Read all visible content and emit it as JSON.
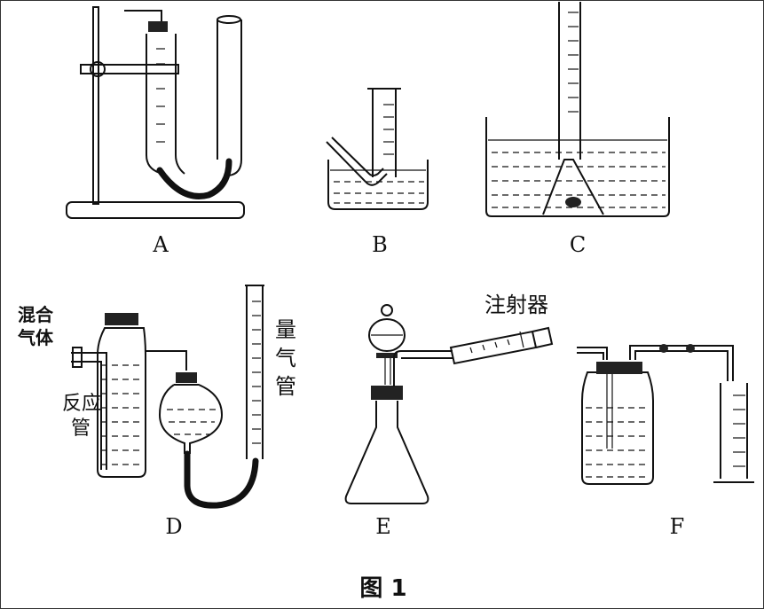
{
  "figure_caption": "图 1",
  "panels": {
    "a": {
      "label": "A"
    },
    "b": {
      "label": "B"
    },
    "c": {
      "label": "C"
    },
    "d": {
      "label": "D",
      "mixed_gas_text": "混合\n气体",
      "mixed_gas_line1": "混合",
      "mixed_gas_line2": "气体",
      "reaction_tube_line1": "反应",
      "reaction_tube_line2": "管",
      "gas_meter_line1": "量",
      "gas_meter_line2": "气",
      "gas_meter_line3": "管"
    },
    "e": {
      "label": "E",
      "syringe_text": "注射器"
    },
    "f": {
      "label": "F"
    }
  }
}
